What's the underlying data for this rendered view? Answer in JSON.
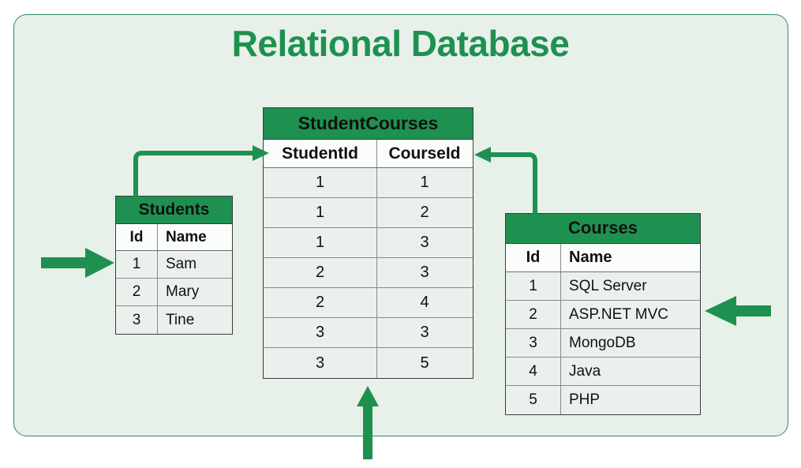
{
  "page": {
    "title": "Relational Database",
    "accent_green": "#1e9150",
    "panel_bg": "#e8f0ea",
    "panel_border": "#2e8b57",
    "row_bg": "#eaf1ec",
    "header_text_color": "#111111"
  },
  "tables": {
    "students": {
      "name": "Students",
      "columns": [
        "Id",
        "Name"
      ],
      "rows": [
        [
          "1",
          "Sam"
        ],
        [
          "2",
          "Mary"
        ],
        [
          "3",
          "Tine"
        ]
      ]
    },
    "student_courses": {
      "name": "StudentCourses",
      "columns": [
        "StudentId",
        "CourseId"
      ],
      "rows": [
        [
          "1",
          "1"
        ],
        [
          "1",
          "2"
        ],
        [
          "1",
          "3"
        ],
        [
          "2",
          "3"
        ],
        [
          "2",
          "4"
        ],
        [
          "3",
          "3"
        ],
        [
          "3",
          "5"
        ]
      ]
    },
    "courses": {
      "name": "Courses",
      "columns": [
        "Id",
        "Name"
      ],
      "rows": [
        [
          "1",
          "SQL Server"
        ],
        [
          "2",
          "ASP.NET MVC"
        ],
        [
          "3",
          "MongoDB"
        ],
        [
          "4",
          "Java"
        ],
        [
          "5",
          "PHP"
        ]
      ]
    }
  },
  "connectors": [
    {
      "name": "students-to-studentid",
      "from": "Students",
      "to": "StudentCourses.StudentId"
    },
    {
      "name": "courses-to-courseid",
      "from": "Courses",
      "to": "StudentCourses.CourseId"
    }
  ],
  "pointer_arrows": [
    {
      "name": "pointer-arrow-students",
      "direction": "right",
      "target": "Students"
    },
    {
      "name": "pointer-arrow-courses",
      "direction": "left",
      "target": "Courses"
    },
    {
      "name": "pointer-arrow-studentcourses",
      "direction": "up",
      "target": "StudentCourses"
    }
  ]
}
